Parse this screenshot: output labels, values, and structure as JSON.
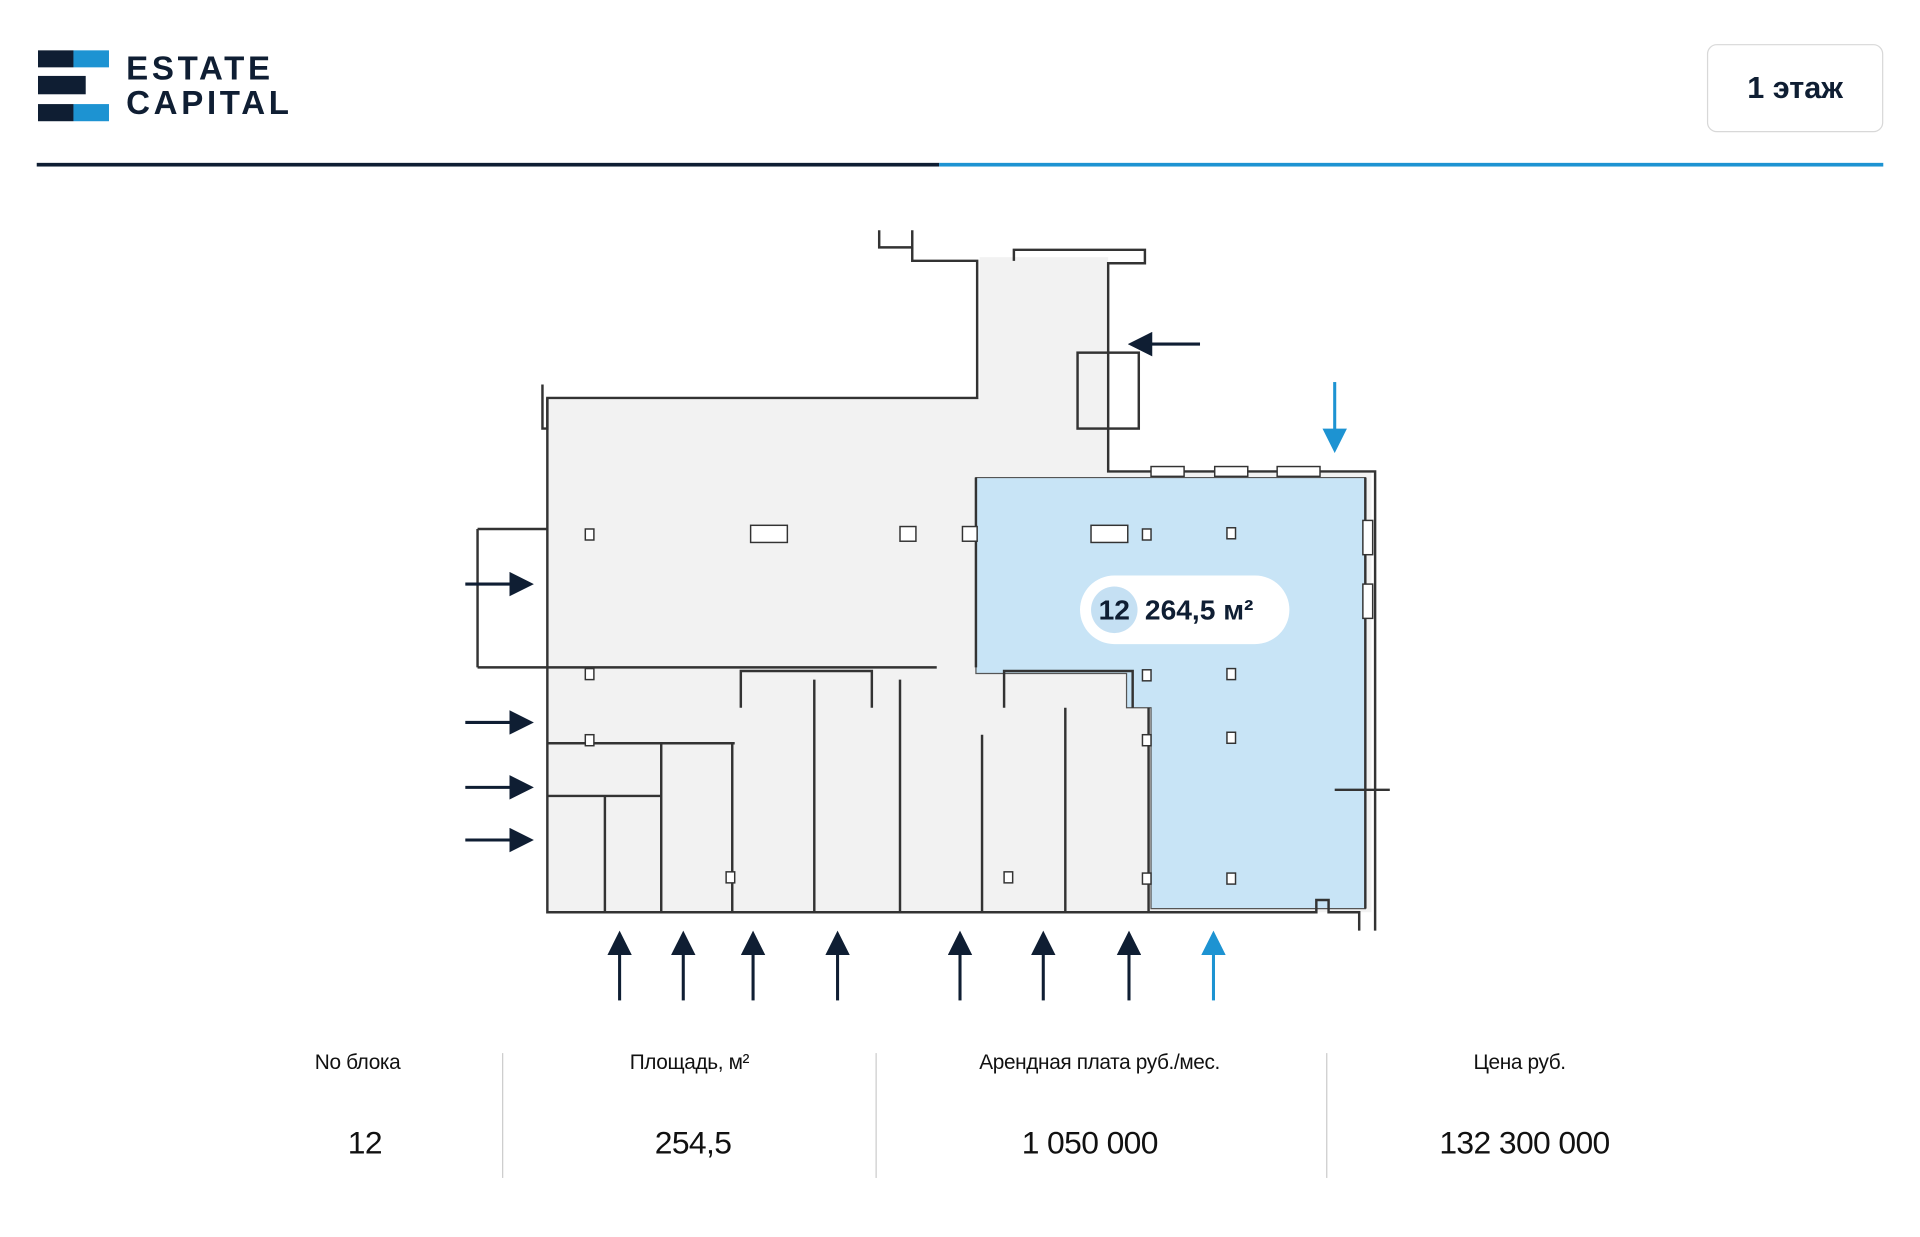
{
  "header": {
    "logo": {
      "line1": "ESTATE",
      "line2": "CAPITAL"
    },
    "floor_button": "1 этаж"
  },
  "colors": {
    "dark": "#0f1e33",
    "accent": "#1d93d2",
    "highlight": "#c8e4f6",
    "plan_fill": "#f2f2f2"
  },
  "plan": {
    "selected_block": {
      "number": "12",
      "area": "264,5 м²"
    }
  },
  "table": {
    "headers": [
      "No блока",
      "Площадь, м²",
      "Арендная плата руб./мес.",
      "Цена руб."
    ],
    "values": [
      "12",
      "254,5",
      "1 050 000",
      "132 300 000"
    ]
  }
}
